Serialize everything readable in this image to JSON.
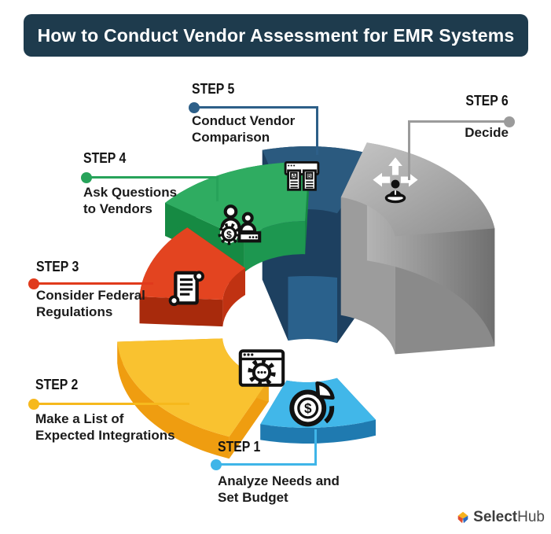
{
  "title": "How to Conduct Vendor Assessment for EMR Systems",
  "title_bg": "#1e3b4d",
  "steps": [
    {
      "label": "STEP 1",
      "title": "Analyze Needs and\nSet Budget",
      "color": "#41b7e9",
      "side_color": "#1f7ab0",
      "inner_color": "#2b95cc",
      "line_color": "#3fb5e8",
      "icon": "budget-pie-icon"
    },
    {
      "label": "STEP 2",
      "title": "Make a List of\nExpected  Integrations",
      "color": "#f9c230",
      "side_color": "#ef9d10",
      "inner_color": "#f0a91c",
      "line_color": "#f6b91d",
      "icon": "integrations-window-gear-icon"
    },
    {
      "label": "STEP 3",
      "title": "Consider Federal\nRegulations",
      "color": "#e34420",
      "side_color": "#a82a0c",
      "inner_color": "#c03212",
      "line_color": "#e03a1c",
      "icon": "regulations-scroll-icon"
    },
    {
      "label": "STEP 4",
      "title": "Ask Questions\nto Vendors",
      "color": "#2fac61",
      "side_color": "#168a43",
      "inner_color": "#1d9750",
      "line_color": "#27a35a",
      "icon": "vendor-negotiation-icon"
    },
    {
      "label": "STEP 5",
      "title": "Conduct Vendor\nComparison",
      "color": "#2b5a7f",
      "side_color": "#1d4060",
      "inner_color": "#2a618c",
      "line_color": "#2d5f88",
      "icon": "ab-comparison-icon"
    },
    {
      "label": "STEP 6",
      "title": "Decide",
      "color": "#aeaeae",
      "side_color": "#8a8a8a",
      "inner_color": "#9c9c9c",
      "line_color": "#9b9b9b",
      "icon": "decision-arrows-icon"
    }
  ],
  "glyphs": {
    "dollar": "$",
    "doc_a": "A",
    "doc_b": "B"
  },
  "logo": {
    "brand_bold": "Select",
    "brand_light": "Hub"
  }
}
